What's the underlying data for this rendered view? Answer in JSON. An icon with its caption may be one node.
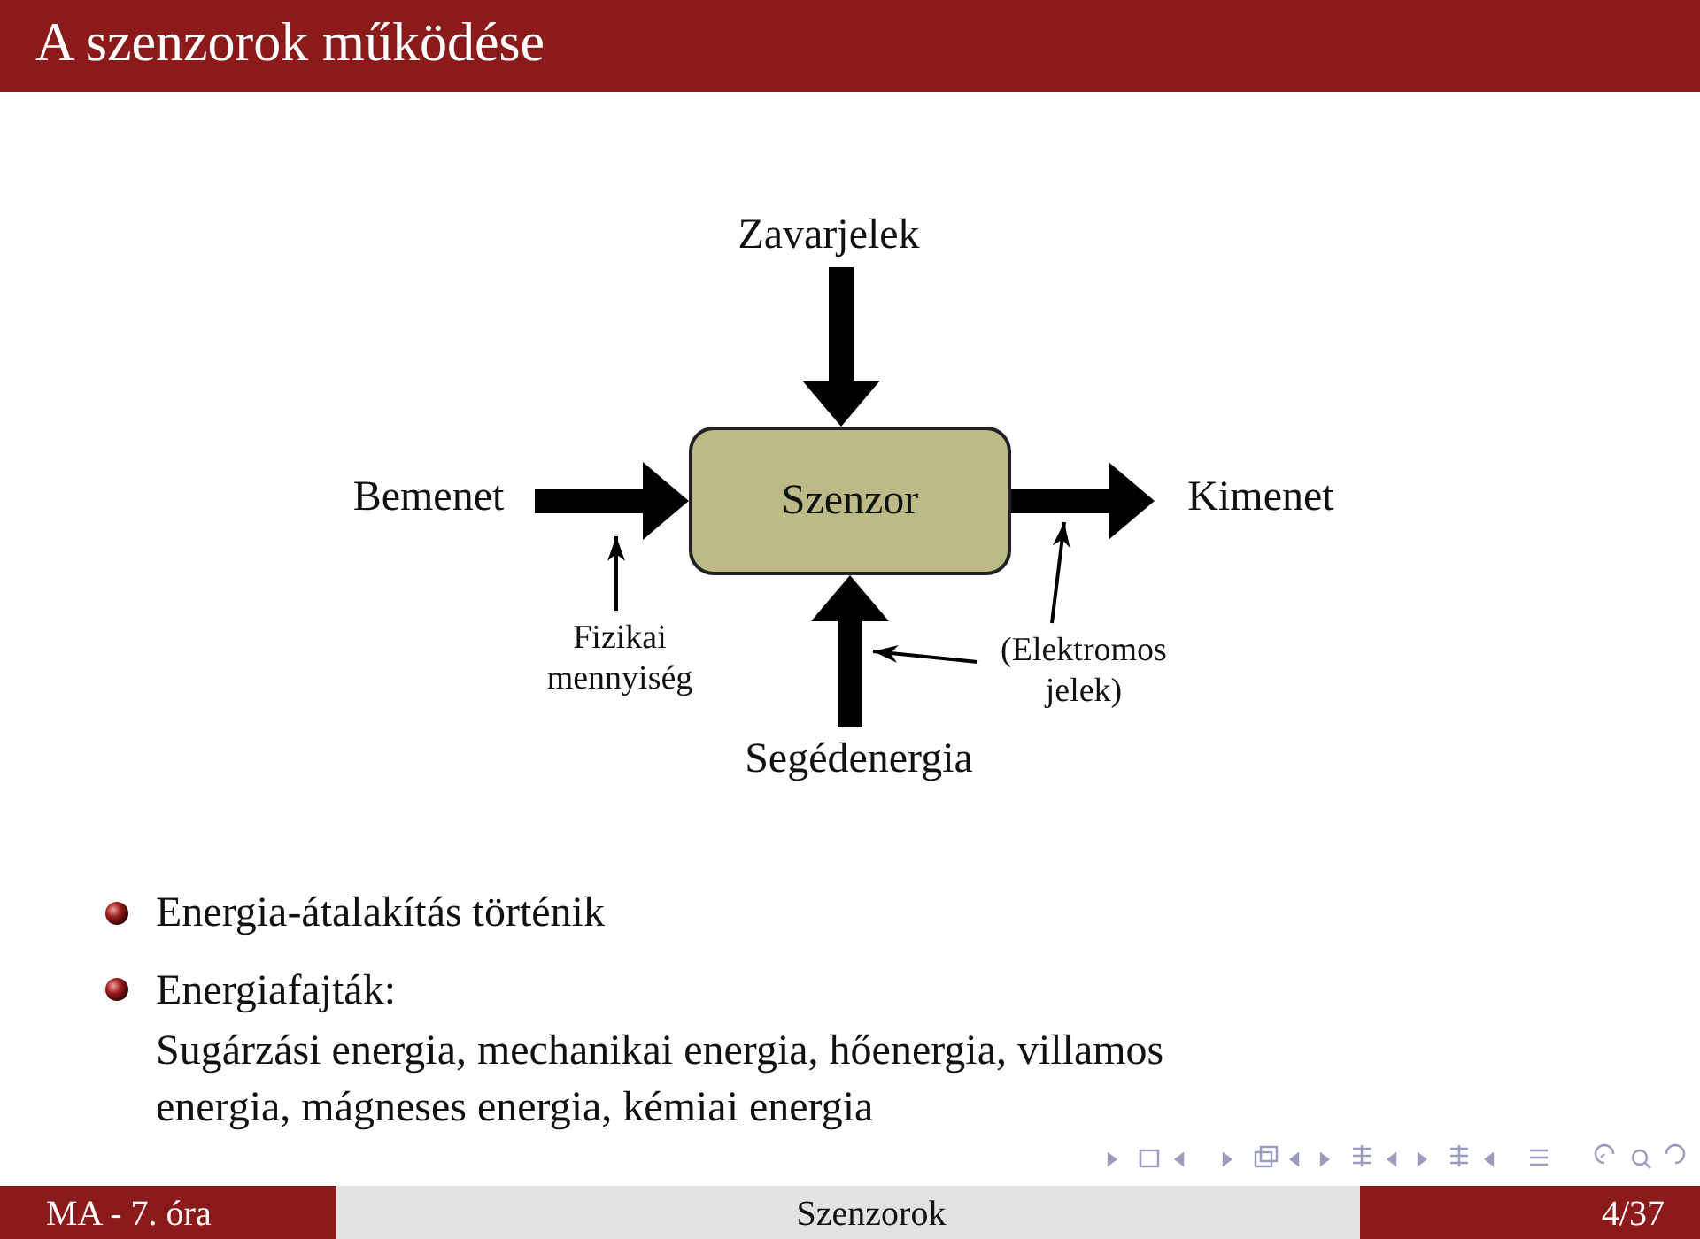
{
  "diagram": {
    "title": "A szenzorok működése",
    "nodes": [
      {
        "text": [
          "Zavarjelek"
        ]
      },
      {
        "text": [
          "Bemenet"
        ]
      },
      {
        "text": [
          "Szenzor"
        ]
      },
      {
        "text": [
          "Kimenet"
        ]
      },
      {
        "text": [
          "Fizikai mennyiség"
        ]
      },
      {
        "text": [
          "Segédenergia"
        ]
      },
      {
        "text": [
          "(Elektromos jelek)"
        ]
      }
    ],
    "edges": [
      {
        "from": 0,
        "to": 2,
        "arrow": "to"
      },
      {
        "from": 1,
        "to": 2,
        "arrow": "to"
      },
      {
        "from": 2,
        "to": 3,
        "arrow": "to"
      },
      {
        "from": 5,
        "to": 2,
        "arrow": "to"
      },
      {
        "from": 4,
        "to": null,
        "arrow": "to"
      },
      {
        "from": 6,
        "to": null,
        "arrow": "to"
      },
      {
        "from": 6,
        "to": null,
        "arrow": "to"
      }
    ],
    "labels": [
      "Energia-átalakítás történik",
      "Energiafajták:",
      "Sugárzási energia, mechanikai energia, hőenergia, villamos energia, mágneses energia, kémiai energia",
      "MA - 7. óra",
      "Szenzorok",
      "4/37"
    ]
  }
}
